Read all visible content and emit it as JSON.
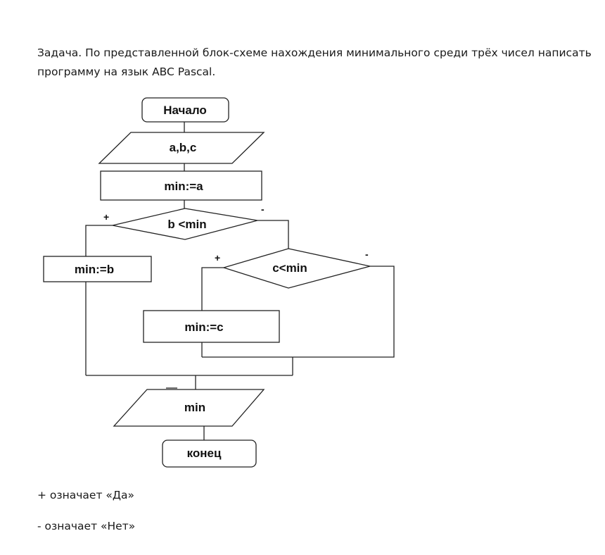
{
  "task": {
    "text": "Задача. По представленной блок-схеме нахождения минимального среди трёх чисел написать программу на язык ABC Pascal."
  },
  "flowchart": {
    "start": "Начало",
    "input": "a,b,c",
    "init": "min:=a",
    "decision1": "b <min",
    "assign_b": "min:=b",
    "decision2": "c<min",
    "assign_c": "min:=c",
    "output": "min",
    "end": "конец",
    "yes_sign": "+",
    "no_sign": "-"
  },
  "legend": {
    "yes": "+ означает «Да»",
    "no": "- означает «Нет»"
  }
}
